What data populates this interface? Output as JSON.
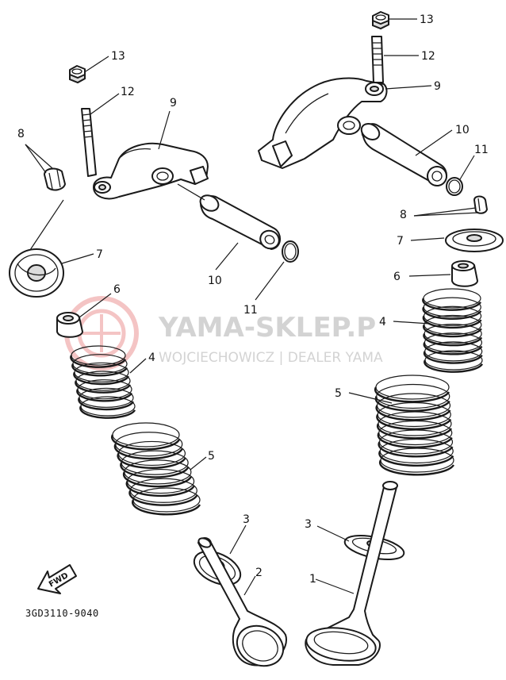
{
  "watermark": {
    "brand": "YAMA-SKLEP.P",
    "dealer": "WOJCIECHOWICZ | DEALER YAMA",
    "logo_color": "#f2b8b8",
    "text_color": "#d3d3d3"
  },
  "diagram": {
    "code": "3GD3110-9040",
    "direction_label": "FWD",
    "callouts": {
      "left_nut": "13",
      "left_stud": "12",
      "left_rocker_arm": "9",
      "left_cotters": "8",
      "left_retainer": "7",
      "left_shaft": "10",
      "left_oring": "11",
      "left_seal": "6",
      "left_inner_spring": "4",
      "left_outer_spring": "5",
      "left_spring_seat": "3",
      "left_valve": "2",
      "right_nut": "13",
      "right_stud": "12",
      "right_rocker_arm": "9",
      "right_shaft": "10",
      "right_oring": "11",
      "right_cotters": "8",
      "right_retainer": "7",
      "right_seal": "6",
      "right_inner_spring": "4",
      "right_outer_spring": "5",
      "right_spring_seat": "3",
      "right_valve": "1"
    }
  }
}
